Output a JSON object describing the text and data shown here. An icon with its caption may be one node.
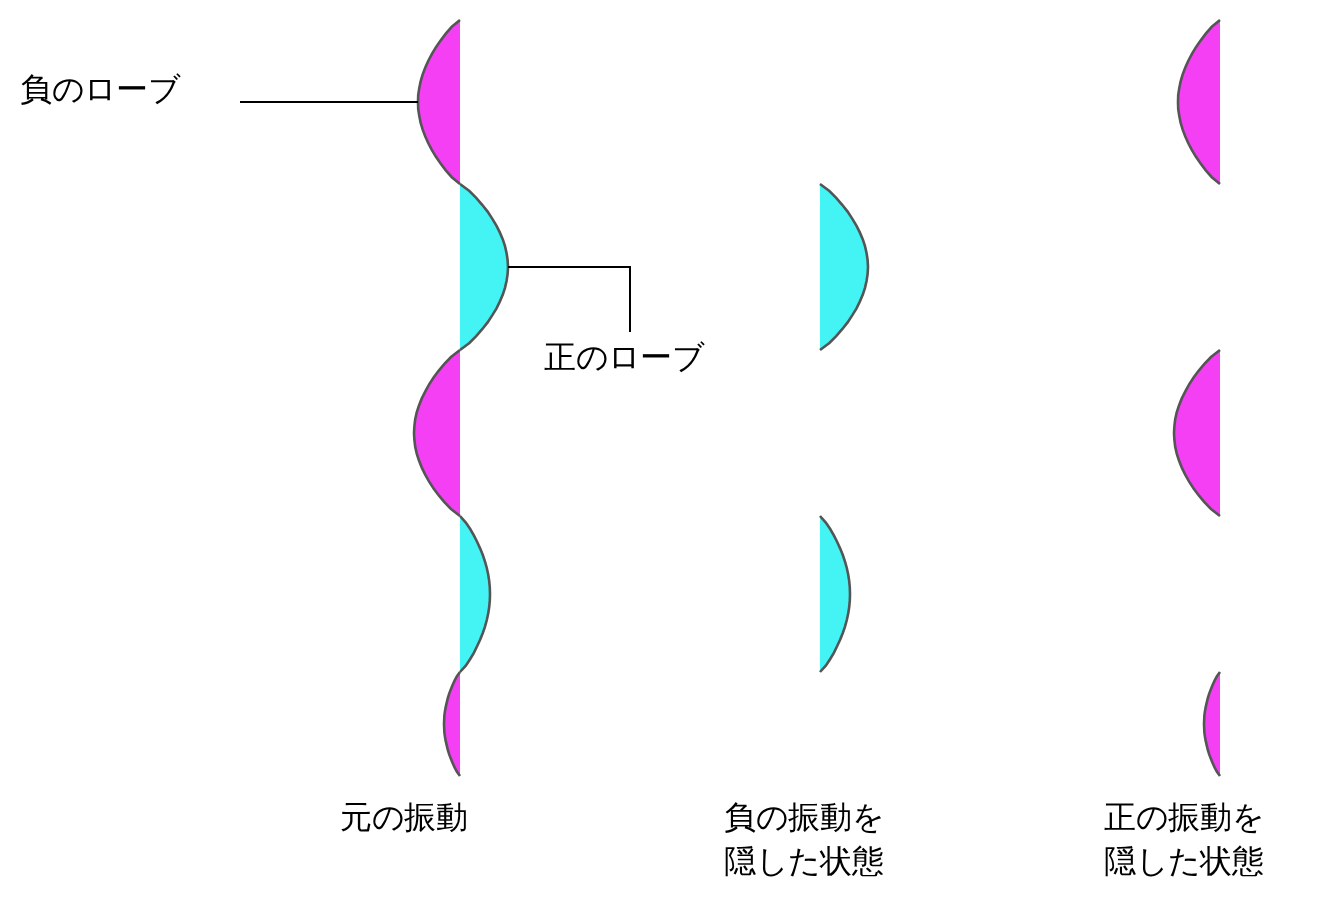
{
  "diagram": {
    "nodes": [
      {
        "text": [
          "負のローブ"
        ]
      },
      {
        "text": [
          "正のローブ"
        ]
      },
      {
        "text": [],
        "shape": "lobe"
      },
      {
        "text": [],
        "shape": "lobe"
      }
    ],
    "edges": [
      {
        "from": 0,
        "to": 2,
        "arrow": "none"
      },
      {
        "from": 1,
        "to": 3,
        "arrow": "none"
      }
    ],
    "labels": [
      "元の振動",
      "負の振動を隠した状態",
      "正の振動を隠した状態"
    ]
  }
}
